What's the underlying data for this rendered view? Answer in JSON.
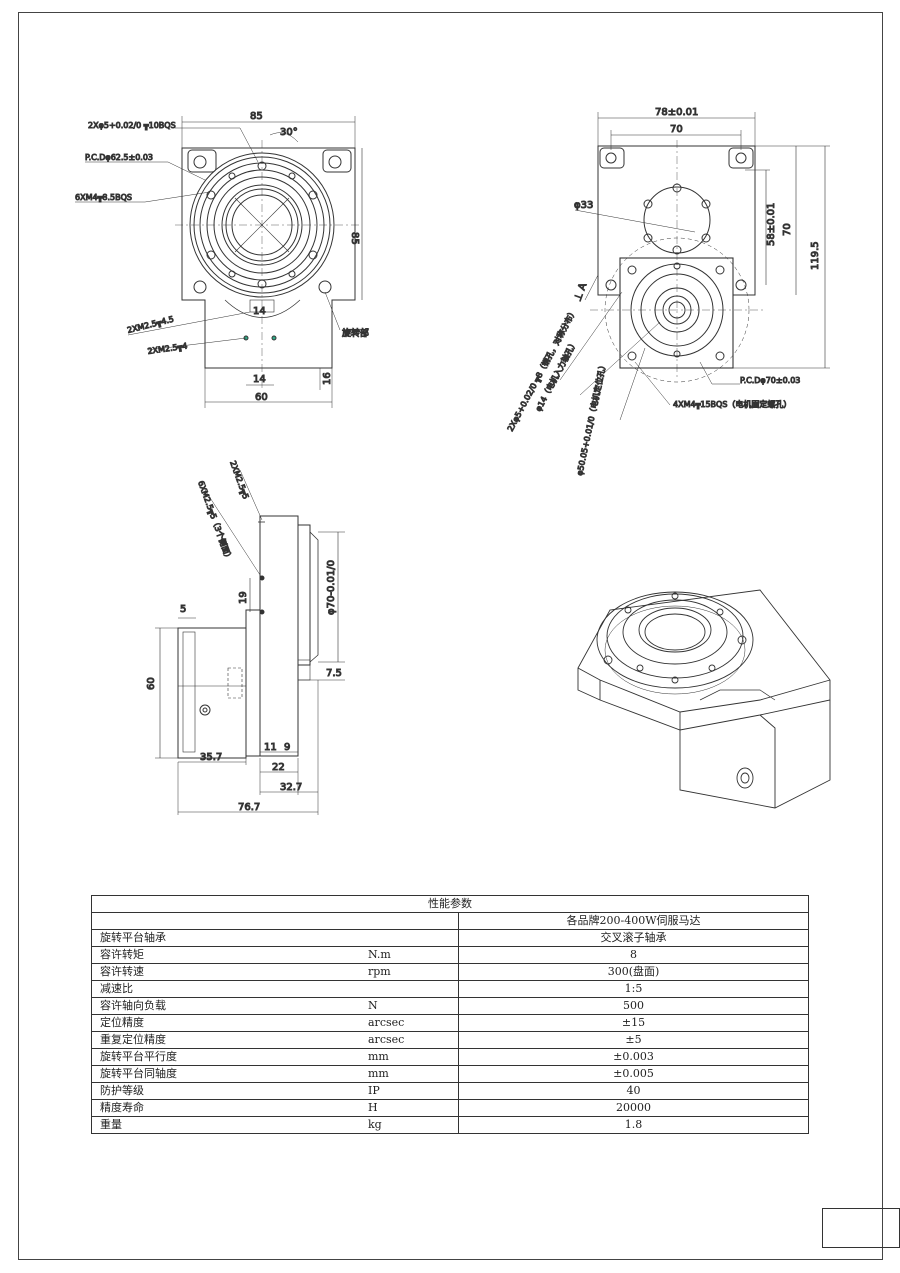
{
  "top_left_view": {
    "dims": {
      "width_top": "85",
      "height_right": "85",
      "angle": "30°",
      "bottom_width": "60",
      "bottom_inner": "14",
      "inner_gap": "14",
      "bottom_height": "16"
    },
    "callouts": {
      "pin_holes": "2Xφ5+0.02/0 ╦10BQS",
      "pcd": "P.C.Dφ62.5±0.03",
      "bolt_holes": "6XM4╦8.5BQS",
      "side_holes": "2XM2.5╦4.5",
      "bottom_holes": "2XM2.5╦4",
      "rotating_part": "旋转部"
    }
  },
  "top_right_view": {
    "dims": {
      "width_top": "78±0.01",
      "width_inner": "70",
      "height_58": "58±0.01",
      "height_70": "70",
      "height_total": "119.5",
      "boss_dia": "φ33"
    },
    "callouts": {
      "pin_holes": "2Xφ5+0.02/0 ╦8（销孔，对称分布）",
      "input_shaft": "φ14（电机入力轴孔）",
      "locating_hole": "φ50.05+0.01/0（电机定位孔）",
      "pcd": "P.C.Dφ70±0.03",
      "motor_bolts": "4XM4╦15BQS（电机固定螺孔）",
      "flatness": "⊥ A"
    }
  },
  "side_view": {
    "dims": {
      "d5": "5",
      "d19": "19",
      "d60": "60",
      "d35_7": "35.7",
      "d11": "11",
      "d9": "9",
      "d22": "22",
      "d32_7": "32.7",
      "d76_7": "76.7",
      "d7_5": "7.5",
      "d70": "φ70-0.01/0"
    },
    "callouts": {
      "top_holes": "2XM2.5╦5",
      "side_holes": "6XM2.5╦5（3个侧面）"
    }
  },
  "spec_table": {
    "title": "性能参数",
    "header_value": "各品牌200-400W伺服马达",
    "rows": [
      {
        "name": "旋转平台轴承",
        "unit": "",
        "value": "交叉滚子轴承"
      },
      {
        "name": "容许转矩",
        "unit": "N.m",
        "value": "8"
      },
      {
        "name": "容许转速",
        "unit": "rpm",
        "value": "300(盘面)"
      },
      {
        "name": "减速比",
        "unit": "",
        "value": "1:5"
      },
      {
        "name": "容许轴向负载",
        "unit": "N",
        "value": "500"
      },
      {
        "name": "定位精度",
        "unit": "arcsec",
        "value": "±15"
      },
      {
        "name": "重复定位精度",
        "unit": "arcsec",
        "value": "±5"
      },
      {
        "name": "旋转平台平行度",
        "unit": "mm",
        "value": "±0.003"
      },
      {
        "name": "旋转平台同轴度",
        "unit": "mm",
        "value": "±0.005"
      },
      {
        "name": "防护等级",
        "unit": "IP",
        "value": "40"
      },
      {
        "name": "精度寿命",
        "unit": "H",
        "value": "20000"
      },
      {
        "name": "重量",
        "unit": "kg",
        "value": "1.8"
      }
    ]
  }
}
